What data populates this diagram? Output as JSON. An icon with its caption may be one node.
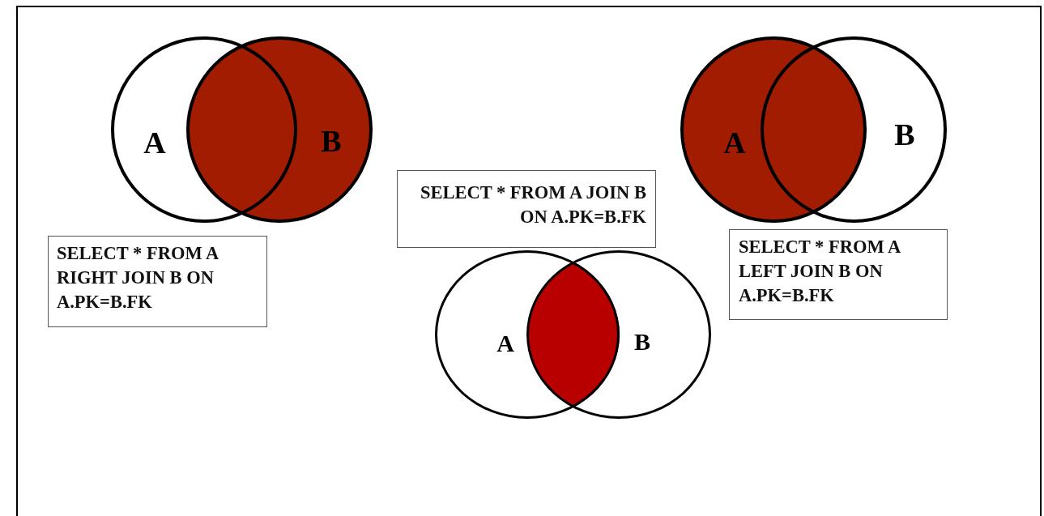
{
  "diagram": {
    "nodes": [
      {
        "text": [
          "A"
        ]
      },
      {
        "text": [
          "B"
        ]
      },
      {
        "text": [
          "A"
        ]
      },
      {
        "text": [
          "B"
        ]
      },
      {
        "text": [
          "SELECT * FROM A JOIN B ON A.PK=B.FK"
        ]
      },
      {
        "text": [
          "SELECT * FROM A RIGHT JOIN B ON A.PK=B.FK"
        ]
      },
      {
        "text": [
          "SELECT * FROM A LEFT JOIN B ON A.PK=B.FK"
        ]
      },
      {
        "text": [
          "A"
        ]
      },
      {
        "text": [
          "B"
        ]
      }
    ]
  }
}
